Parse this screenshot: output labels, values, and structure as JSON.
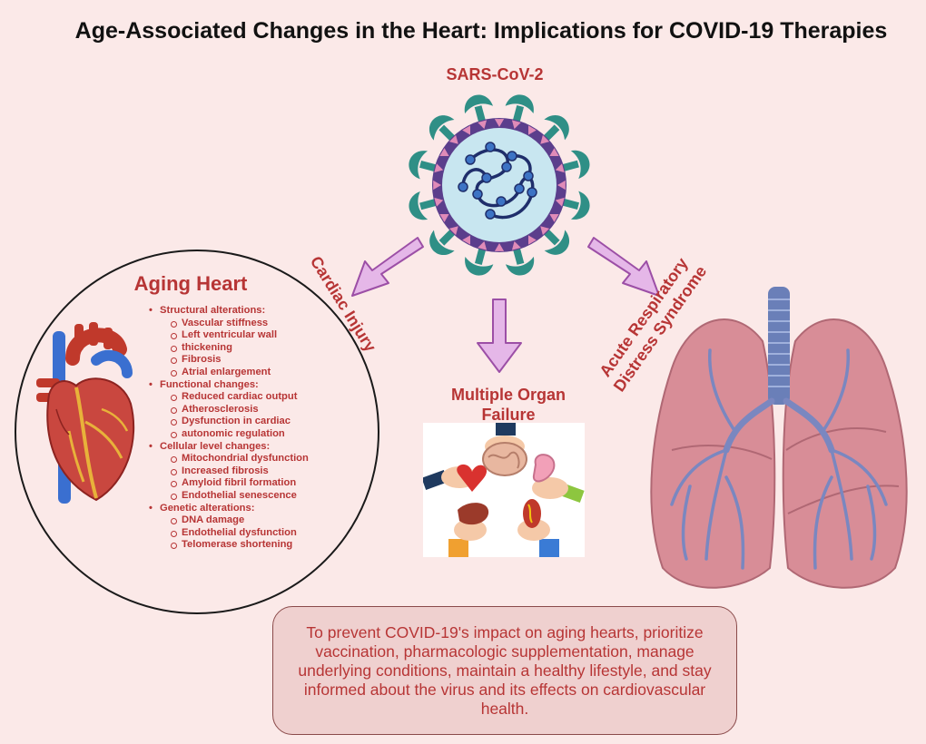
{
  "title": "Age-Associated Changes in the Heart: Implications for COVID-19 Therapies",
  "virus_label": "SARS-CoV-2",
  "arrows": {
    "left": "Cardiac Injury",
    "middle": "Multiple Organ Failure",
    "right": "Acute Respiratory Distress Syndrome"
  },
  "labels_lines": {
    "middle_line1": "Multiple Organ",
    "middle_line2": "Failure",
    "right_line1": "Acute Respiratory",
    "right_line2": "Distress Syndrome"
  },
  "aging_heart": {
    "title": "Aging Heart",
    "categories": [
      {
        "label": "Structural alterations:",
        "items": [
          "Vascular stiffness",
          "Left ventricular wall",
          "thickening",
          "Fibrosis",
          "Atrial enlargement"
        ]
      },
      {
        "label": "Functional changes:",
        "items": [
          "Reduced cardiac output",
          "Atherosclerosis",
          "Dysfunction in cardiac",
          "autonomic regulation"
        ]
      },
      {
        "label": "Cellular level changes:",
        "items": [
          "Mitochondrial dysfunction",
          "Increased fibrosis",
          "Amyloid fibril formation",
          "Endothelial senescence"
        ]
      },
      {
        "label": "Genetic alterations:",
        "items": [
          "DNA damage",
          "Endothelial dysfunction",
          "Telomerase shortening"
        ]
      }
    ]
  },
  "prevention_text": "To prevent COVID-19's impact on aging hearts, prioritize vaccination, pharmacologic supplementation, manage underlying conditions, maintain a healthy lifestyle, and stay informed about the virus and its effects on cardiovascular health.",
  "colors": {
    "background": "#fbe9e8",
    "accent_red": "#b73535",
    "virus_teal": "#2f8f86",
    "virus_purple": "#5b3e8c",
    "arrow_fill": "#e5b7e8",
    "arrow_stroke": "#9c4fa6",
    "lung_pink": "#d88d97",
    "bronchi_blue": "#6a7fb8"
  },
  "icons": {
    "virus": "sars-cov-2-virus-icon",
    "heart": "anatomical-heart-icon",
    "lungs": "lungs-icon",
    "organs": "hands-holding-organs-icon"
  }
}
